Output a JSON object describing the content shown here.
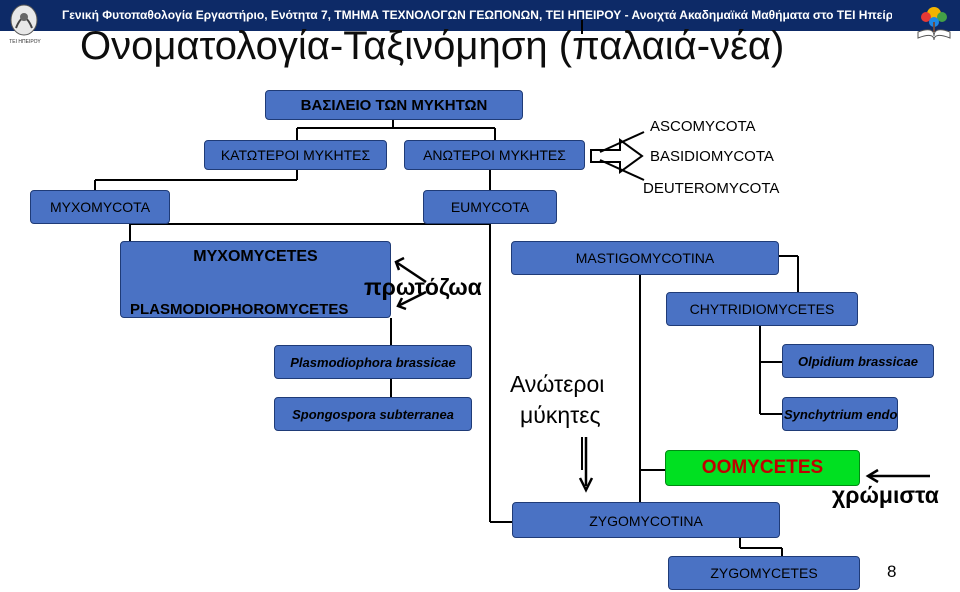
{
  "header": {
    "bar_text": "Γενική Φυτοπαθολογία Εργαστήριο, Ενότητα 7, ΤΜΗΜΑ ΤΕΧΝΟΛΟΓΩΝ ΓΕΩΠΟΝΩΝ, ΤΕΙ ΗΠΕΙΡΟΥ - Ανοιχτά Ακαδημαϊκά Μαθήματα στο ΤΕΙ Ηπείρου",
    "logo_caption": "ΤΕΙ ΗΠΕΙΡΟΥ",
    "left_logo_icon": "tei-epirus-emblem-icon",
    "right_logo_icon": "open-courses-book-tree-icon"
  },
  "slide": {
    "title": "Ονοματολογία-Ταξινόμηση (παλαιά-νέα)",
    "page_number": "8"
  },
  "diagram": {
    "kingdom": "ΒΑΣΙΛΕΙΟ ΤΩΝ ΜΥΚΗΤΩΝ",
    "lower_fungi": "ΚΑΤΩΤΕΡΟΙ ΜΥΚΗΤΕΣ",
    "higher_fungi": "ΑΝΩΤΕΡΟΙ ΜΥΚΗΤΕΣ",
    "ascomycota": "ASCOMYCOTA",
    "basidiomycota": "BASIDIOMYCOTA",
    "deuteromycota": "DEUTEROMYCOTA",
    "myxomycota": "MYXOMYCOTA",
    "eumycota": "EUMYCOTA",
    "myxomycetes": "MYXOMYCETES",
    "plasmodiophoromycetes": "PLASMODIOPHOROMYCETES",
    "protozoa": "πρωτόζωα",
    "mastigomycotina": "MASTIGOMYCOTINA",
    "chytridiomycetes": "CHYTRIDIOMYCETES",
    "plasmodiophora": "Plasmodiophora brassicae",
    "spongospora": "Spongospora subterranea",
    "higher_fungi_label_1": "Ανώτεροι",
    "higher_fungi_label_2": "μύκητες",
    "olpidium": "Olpidium brassicae",
    "synchytrium": "Synchytrium endo",
    "oomycetes": "OOMYCETES",
    "chromista": "χρώμιστα",
    "zygomycotina": "ZYGOMYCOTINA",
    "zygomycetes": "ZYGOMYCETES"
  }
}
